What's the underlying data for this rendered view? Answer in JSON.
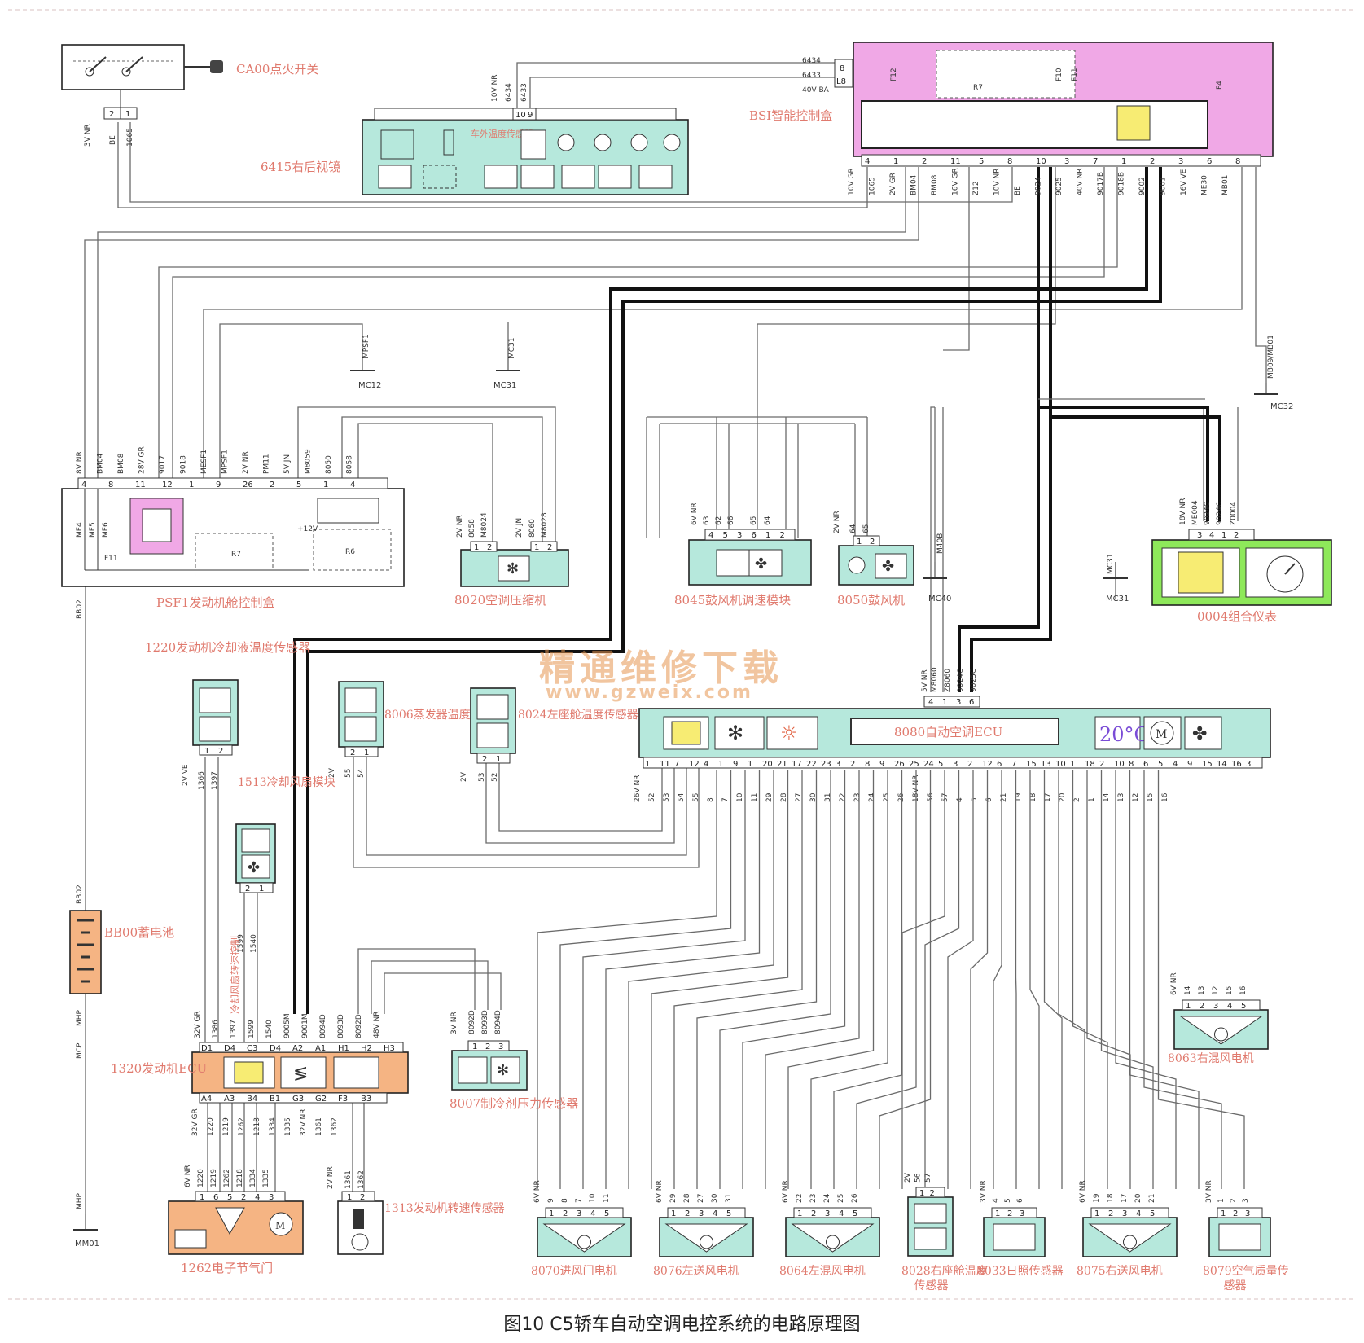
{
  "caption": "图10 C5轿车自动空调电控系统的电路原理图",
  "watermark": {
    "name": "精通维修下载",
    "url": "www.gzweix.com"
  },
  "colors": {
    "bsi": "#f0a8e6",
    "module": "#b6e8dc",
    "engine_ecu": "#f5b483",
    "cluster": "#8ee85a",
    "chip": "#f7ec73",
    "label": "#e07a6e"
  },
  "components": {
    "ignition": {
      "label": "CA00点火开关",
      "pins": [
        "2",
        "1"
      ],
      "wires": [
        "3V NR",
        "BE",
        "1065"
      ]
    },
    "mirror": {
      "label": "6415右后视镜",
      "sensor_label": "车外温度传感器",
      "pins": [
        "10",
        "9"
      ],
      "wires": [
        "10V NR",
        "6434",
        "6433"
      ]
    },
    "bsi": {
      "label": "BSI智能控制盒",
      "right_pins": [
        "8",
        "L8"
      ],
      "right_wires": [
        "6434",
        "6433",
        "40V BA"
      ],
      "internal": [
        "F12",
        "R7",
        "F10",
        "F11",
        "F4"
      ],
      "bottom_pins": [
        "4",
        "1",
        "2",
        "11",
        "5",
        "8",
        "10",
        "3",
        "7",
        "1",
        "2",
        "3",
        "6",
        "8"
      ],
      "bottom_wires": [
        "10V GR",
        "1065",
        "2V GR",
        "BM04",
        "BM08",
        "16V GR",
        "Z12",
        "10V NR",
        "BE",
        "9024",
        "9025",
        "40V NR",
        "9017B",
        "9018B",
        "9002",
        "9001",
        "16V VE",
        "ME30",
        "MB01"
      ]
    },
    "psf1": {
      "label": "PSF1发动机舱控制盒",
      "pins": [
        "4",
        "8",
        "11",
        "12",
        "1",
        "9",
        "26",
        "2",
        "5",
        "1",
        "4"
      ],
      "wires": [
        "8V NR",
        "BM04",
        "BM08",
        "28V GR",
        "9017",
        "9018",
        "MESF1",
        "MPSF1",
        "2V NR",
        "PM11",
        "5V JN",
        "M8059",
        "8050",
        "8058"
      ],
      "internal": [
        "MF4",
        "MF5",
        "MF6",
        "F11",
        "R7",
        "R6",
        "+12V"
      ]
    },
    "mc12": {
      "label": "MC12",
      "wire": "MPSF1"
    },
    "mc31a": {
      "label": "MC31",
      "wire": "MC31"
    },
    "mc32": {
      "label": "MC32",
      "wire": "MB09/MB01"
    },
    "compressor": {
      "label": "8020空调压缩机",
      "pins": [
        "1",
        "2",
        "1",
        "2"
      ],
      "wires": [
        "2V NR",
        "8058",
        "M8024",
        "2V JN",
        "8060",
        "M8028"
      ]
    },
    "blower_module": {
      "label": "8045鼓风机调速模块",
      "pins": [
        "4",
        "5",
        "3",
        "6",
        "1",
        "2"
      ],
      "wires": [
        "6V NR",
        "63",
        "62",
        "66",
        "65",
        "64"
      ]
    },
    "blower": {
      "label": "8050鼓风机",
      "pins": [
        "1",
        "2"
      ],
      "wires": [
        "2V NR",
        "64",
        "65"
      ]
    },
    "mc40": {
      "label": "MC40",
      "wire": "M40B"
    },
    "mc31b": {
      "label": "MC31",
      "wire": "MC31"
    },
    "cluster": {
      "label": "0004组合仪表",
      "pins": [
        "3",
        "4",
        "1",
        "2"
      ],
      "wires": [
        "18V NR",
        "ME004",
        "9024C",
        "9024C",
        "Z0004"
      ]
    },
    "ac_ecu": {
      "label": "8080自动空调ECU",
      "display": "20°C",
      "top_pins": [
        "4",
        "1",
        "3",
        "6"
      ],
      "top_wires": [
        "5V NR",
        "M8060",
        "Z8060",
        "9024C",
        "9025C"
      ],
      "bottom_pins": [
        "1",
        "11",
        "7",
        "12",
        "4",
        "1",
        "9",
        "1",
        "20",
        "21",
        "17",
        "22",
        "23",
        "3",
        "2",
        "8",
        "9",
        "26",
        "25",
        "24",
        "5",
        "3",
        "2",
        "12",
        "6",
        "7",
        "15",
        "13",
        "10",
        "1",
        "18",
        "2",
        "10",
        "8",
        "6",
        "5",
        "4",
        "9",
        "15",
        "14",
        "16",
        "3"
      ],
      "bottom_wires": [
        "26V NR",
        "52",
        "53",
        "54",
        "55",
        "8",
        "7",
        "10",
        "11",
        "29",
        "28",
        "27",
        "30",
        "31",
        "22",
        "23",
        "24",
        "25",
        "26",
        "18V NR",
        "56",
        "57",
        "4",
        "5",
        "6",
        "21",
        "19",
        "18",
        "17",
        "20",
        "2",
        "1",
        "14",
        "13",
        "12",
        "15",
        "16"
      ]
    },
    "coolant": {
      "label": "1220发动机冷却液温度传感器",
      "pins": [
        "1",
        "2"
      ],
      "wires": [
        "2V VE",
        "1366",
        "1397"
      ]
    },
    "evap": {
      "label": "8006蒸发器温度传感器",
      "pins": [
        "2",
        "1"
      ],
      "wires": [
        "2V",
        "55",
        "54"
      ]
    },
    "cabin_left": {
      "label": "8024左座舱温度传感器",
      "pins": [
        "2",
        "1"
      ],
      "wires": [
        "2V",
        "53",
        "52"
      ]
    },
    "fan_module": {
      "label": "1513冷却风扇模块",
      "pins": [
        "2",
        "1"
      ],
      "wires": [
        "1599",
        "1540"
      ],
      "wire_note": "冷却风扇转速控制"
    },
    "battery": {
      "label": "BB00蓄电池",
      "wires": [
        "BB02",
        "BB02",
        "MHP",
        "MCP"
      ]
    },
    "engine_ecu": {
      "label": "1320发动机ECU",
      "top_pins": [
        "D1",
        "D4",
        "C3",
        "D4",
        "A2",
        "A1",
        "H1",
        "H2",
        "H3"
      ],
      "top_wires": [
        "32V GR",
        "1386",
        "1397",
        "1599",
        "1540",
        "9005M",
        "9001M",
        "8094D",
        "8093D",
        "8092D",
        "48V NR"
      ],
      "bottom_pins": [
        "A4",
        "A3",
        "B4",
        "B1",
        "G3",
        "G2",
        "F3",
        "B3"
      ],
      "bottom_wires": [
        "32V GR",
        "1220",
        "1219",
        "1262",
        "1218",
        "1334",
        "1335",
        "32V NR",
        "1361",
        "1362"
      ]
    },
    "refrig": {
      "label": "8007制冷剂压力传感器",
      "pins": [
        "1",
        "2",
        "3"
      ],
      "wires": [
        "3V NR",
        "8092D",
        "8093D",
        "8094D"
      ]
    },
    "throttle": {
      "label": "1262电子节气门",
      "pins": [
        "1",
        "6",
        "5",
        "2",
        "4",
        "3"
      ],
      "wires": [
        "6V NR",
        "1220",
        "1219",
        "1262",
        "1218",
        "1334",
        "1335"
      ]
    },
    "rpm": {
      "label": "1313发动机转速传感器",
      "pins": [
        "1",
        "2"
      ],
      "wires": [
        "2V NR",
        "1361",
        "1362"
      ]
    },
    "mm01": {
      "label": "MM01",
      "wire": "MHP"
    },
    "intake_motor": {
      "label": "8070进风门电机",
      "pins": [
        "1",
        "2",
        "3",
        "4",
        "5"
      ],
      "wires": [
        "6V NR",
        "9",
        "8",
        "7",
        "10",
        "11"
      ]
    },
    "left_vent": {
      "label": "8076左送风电机",
      "pins": [
        "1",
        "2",
        "3",
        "4",
        "5"
      ],
      "wires": [
        "6V NR",
        "29",
        "28",
        "27",
        "30",
        "31"
      ]
    },
    "left_mix": {
      "label": "8064左混风电机",
      "pins": [
        "1",
        "2",
        "3",
        "4",
        "5"
      ],
      "wires": [
        "6V NR",
        "22",
        "23",
        "24",
        "25",
        "26"
      ]
    },
    "cabin_right": {
      "label": "8028右座舱温度传感器",
      "pins": [
        "1",
        "2"
      ],
      "wires": [
        "2V",
        "56",
        "57"
      ]
    },
    "sun": {
      "label": "8033日照传感器",
      "pins": [
        "1",
        "2",
        "3"
      ],
      "wires": [
        "3V NR",
        "4",
        "5",
        "6"
      ]
    },
    "right_vent": {
      "label": "8075右送风电机",
      "pins": [
        "1",
        "2",
        "3",
        "4",
        "5"
      ],
      "wires": [
        "6V NR",
        "19",
        "18",
        "17",
        "20",
        "21"
      ]
    },
    "air_quality": {
      "label": "8079空气质量传感器",
      "pins": [
        "1",
        "2",
        "3"
      ],
      "wires": [
        "3V NR",
        "1",
        "2",
        "3"
      ]
    },
    "right_mix": {
      "label": "8063右混风电机",
      "pins": [
        "1",
        "2",
        "3",
        "4",
        "5"
      ],
      "wires": [
        "6V NR",
        "14",
        "13",
        "12",
        "15",
        "16"
      ]
    }
  }
}
